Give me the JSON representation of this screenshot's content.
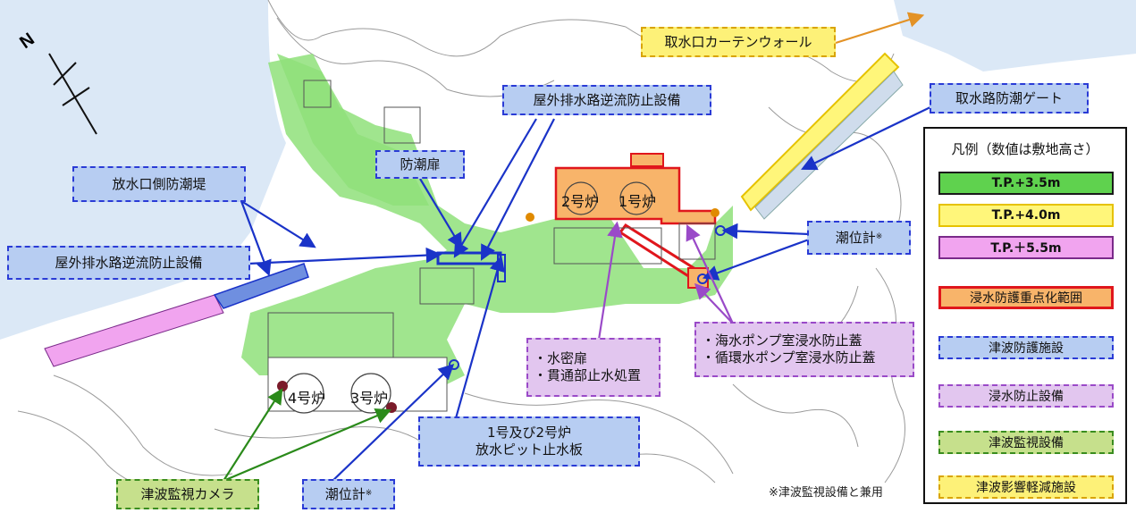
{
  "map": {
    "north_label": "N",
    "reactor_labels": [
      "2号炉",
      "1号炉",
      "4号炉",
      "3号炉"
    ],
    "note": "※津波監視設備と兼用"
  },
  "callouts": {
    "intake_curtain_wall": "取水口カーテンウォール",
    "intake_tide_gate": "取水路防潮ゲート",
    "outdoor_drain_top": "屋外排水路逆流防止設備",
    "tide_door": "防潮扉",
    "outlet_seawall": "放水口側防潮堤",
    "outdoor_drain_left": "屋外排水路逆流防止設備",
    "tide_gauge_right": "潮位計",
    "tide_gauge_right_mark": "※",
    "watertight_door": "・水密扉",
    "penetration_seal": "・貫通部止水処置",
    "seawater_pump_cover": "・海水ポンプ室浸水防止蓋",
    "circulating_pump_cover": "・循環水ポンプ室浸水防止蓋",
    "discharge_pit_line1": "1号及び2号炉",
    "discharge_pit_line2": "放水ピット止水板",
    "tsunami_camera": "津波監視カメラ",
    "tide_gauge_bottom": "潮位計",
    "tide_gauge_bottom_mark": "※"
  },
  "legend": {
    "title": "凡例（数値は敷地高さ）",
    "items": [
      {
        "label": "T.P.+3.5m",
        "color": "#5fd24e"
      },
      {
        "label": "T.P.+4.0m",
        "color": "#fff67a"
      },
      {
        "label": "T.P.＋5.5m",
        "color": "#f1a4ef"
      },
      {
        "label": "浸水防護重点化範囲",
        "color": "#f8b46a"
      },
      {
        "label": "津波防護施設",
        "color": "#b7cdf2"
      },
      {
        "label": "浸水防止設備",
        "color": "#e2c6ef"
      },
      {
        "label": "津波監視設備",
        "color": "#c6e08c"
      },
      {
        "label": "津波影響軽減施設",
        "color": "#fdf178"
      }
    ]
  }
}
